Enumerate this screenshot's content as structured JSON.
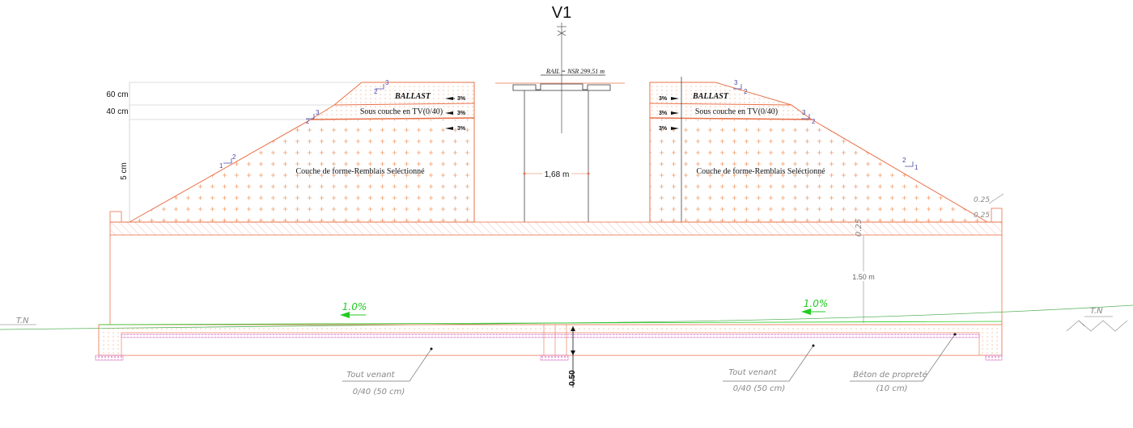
{
  "title": "V1",
  "rail_label": "RAIL = NSR 299.51 m",
  "layer_heights": {
    "ballast": "60 cm",
    "sous_couche": "40 cm",
    "couche_forme": "5 cm"
  },
  "left_embankment": {
    "ballast_label": "BALLAST",
    "sous_couche_label": "Sous couche en TV(0/40)",
    "forme_label": "Couche de forme-Remblais Seléctionné",
    "slopes": [
      "3%",
      "3%",
      "3%"
    ],
    "ratio_top": {
      "h": "3",
      "v": "2"
    },
    "ratio_mid": {
      "h": "3",
      "v": "2"
    },
    "ratio_low": {
      "h": "2",
      "v": "1"
    }
  },
  "right_embankment": {
    "ballast_label": "BALLAST",
    "sous_couche_label": "Sous couche en TV(0/40)",
    "forme_label": "Couche de forme-Remblais Seléctionné",
    "slopes": [
      "3%",
      "3%",
      "3%"
    ],
    "ratio_top": {
      "h": "3",
      "v": "2"
    },
    "ratio_mid": {
      "h": "3",
      "v": "2"
    },
    "ratio_low": {
      "h": "2",
      "v": "1"
    }
  },
  "dimensions": {
    "center_gap": "1,68 m",
    "opening_height": "1.50 m",
    "deck_thickness": "0.25",
    "edge_top": "0.25",
    "edge_bottom": "0.25",
    "slab_thickness": "0.50"
  },
  "terrain_label": "T.N",
  "slope_labels": [
    "1.0%",
    "1.0%"
  ],
  "annotations": {
    "tout_venant_1": "Tout venant",
    "tout_venant_1_spec": "0/40 (50 cm)",
    "tout_venant_2": "Tout venant",
    "tout_venant_2_spec": "0/40 (50 cm)",
    "beton": "Béton de propreté",
    "beton_spec": "(10 cm)"
  },
  "colors": {
    "line": "#e8724a",
    "hatch": "#f0a070",
    "ratio": "#4a4aa8",
    "slope_green": "#22cc22",
    "terrain": "#5ab35a",
    "pink": "#d060c0",
    "dim": "#555555"
  }
}
